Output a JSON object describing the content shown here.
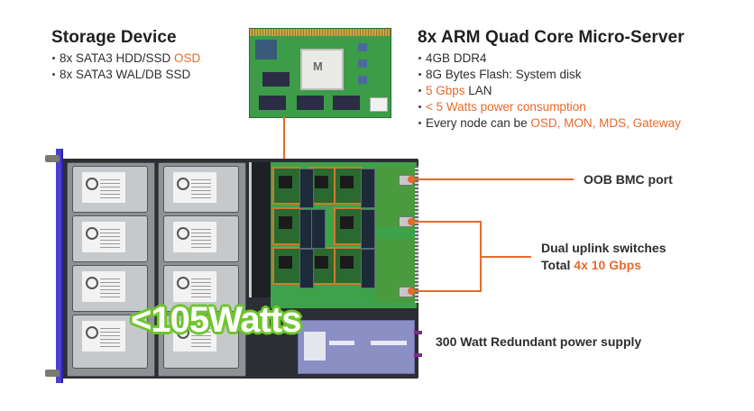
{
  "storage": {
    "title": "Storage Device",
    "bullets": [
      {
        "text": "8x SATA3 HDD/SSD ",
        "highlight": "OSD"
      },
      {
        "text": "8x SATA3 WAL/DB SSD",
        "highlight": ""
      }
    ]
  },
  "microserver": {
    "title": "8x ARM Quad Core Micro-Server",
    "bullets": [
      {
        "text": "4GB DDR4",
        "highlight": "",
        "suffix": ""
      },
      {
        "text": "8G Bytes Flash: System disk",
        "highlight": "",
        "suffix": ""
      },
      {
        "text": "",
        "highlight": "5 Gbps",
        "suffix": " LAN"
      },
      {
        "text": "",
        "highlight": "< 5 Watts power consumption",
        "suffix": ""
      },
      {
        "text": "Every node can be ",
        "highlight": "OSD, MON, MDS, Gateway",
        "suffix": ""
      }
    ]
  },
  "callouts": {
    "oob": "OOB BMC port",
    "uplink_line1": "Dual uplink switches",
    "uplink_total": "Total ",
    "uplink_speed": "4x 10 Gbps",
    "psu": "300 Watt Redundant power supply"
  },
  "power_badge": "<105Watts",
  "colors": {
    "accent": "#e8692a",
    "badge_green": "#6ec52c",
    "rail_purple": "#4b3fd0",
    "text_dark": "#2b2b2b"
  }
}
